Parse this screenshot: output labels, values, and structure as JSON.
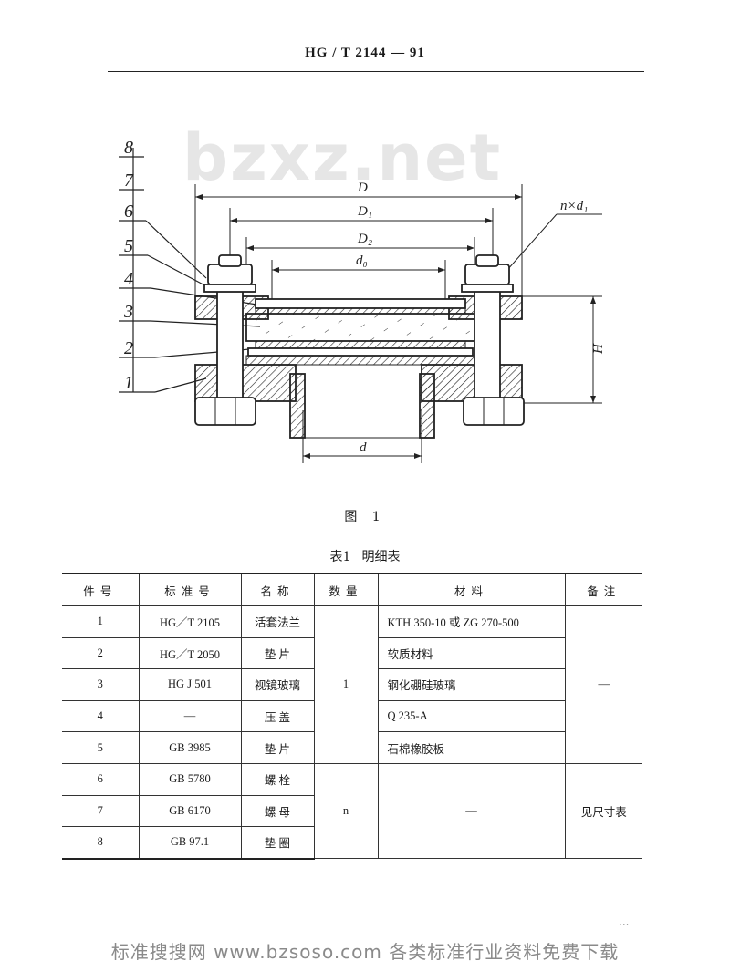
{
  "header": {
    "title": "HG / T  2144 — 91"
  },
  "watermark": {
    "text": "bzxz.net"
  },
  "figure": {
    "part_numbers": [
      "8",
      "7",
      "6",
      "5",
      "4",
      "3",
      "2",
      "1"
    ],
    "dims": {
      "D": "D",
      "D1": "D₁",
      "D2": "D₂",
      "d0": "d₀",
      "nd1": "n×d₁",
      "H": "H",
      "d": "d"
    },
    "caption": "图  1"
  },
  "table": {
    "title_prefix": "表1",
    "title": "明细表",
    "headers": {
      "item_no": "件号",
      "standard_no": "标准号",
      "name": "名称",
      "quantity": "数量",
      "material": "材料",
      "remark": "备注"
    },
    "rows": [
      {
        "item_no": "1",
        "standard_no": "HG／T 2105",
        "name": "活套法兰",
        "material": "KTH 350-10 或 ZG 270-500"
      },
      {
        "item_no": "2",
        "standard_no": "HG／T 2050",
        "name": "垫    片",
        "material": "软质材料"
      },
      {
        "item_no": "3",
        "standard_no": "HG J 501",
        "name": "视镜玻璃",
        "material": "钢化硼硅玻璃"
      },
      {
        "item_no": "4",
        "standard_no": "—",
        "name": "压    盖",
        "material": "Q 235-A"
      },
      {
        "item_no": "5",
        "standard_no": "GB 3985",
        "name": "垫    片",
        "material": "石棉橡胶板"
      },
      {
        "item_no": "6",
        "standard_no": "GB 5780",
        "name": "螺    栓"
      },
      {
        "item_no": "7",
        "standard_no": "GB 6170",
        "name": "螺    母"
      },
      {
        "item_no": "8",
        "standard_no": "GB 97.1",
        "name": "垫    圈"
      }
    ],
    "quantity_group1": "1",
    "quantity_group2": "n",
    "material_group2": "—",
    "remark_group1": "—",
    "remark_group2": "见尺寸表"
  },
  "footer": {
    "text": "标准搜搜网  www.bzsoso.com  各类标准行业资料免费下载",
    "dots": "..."
  }
}
